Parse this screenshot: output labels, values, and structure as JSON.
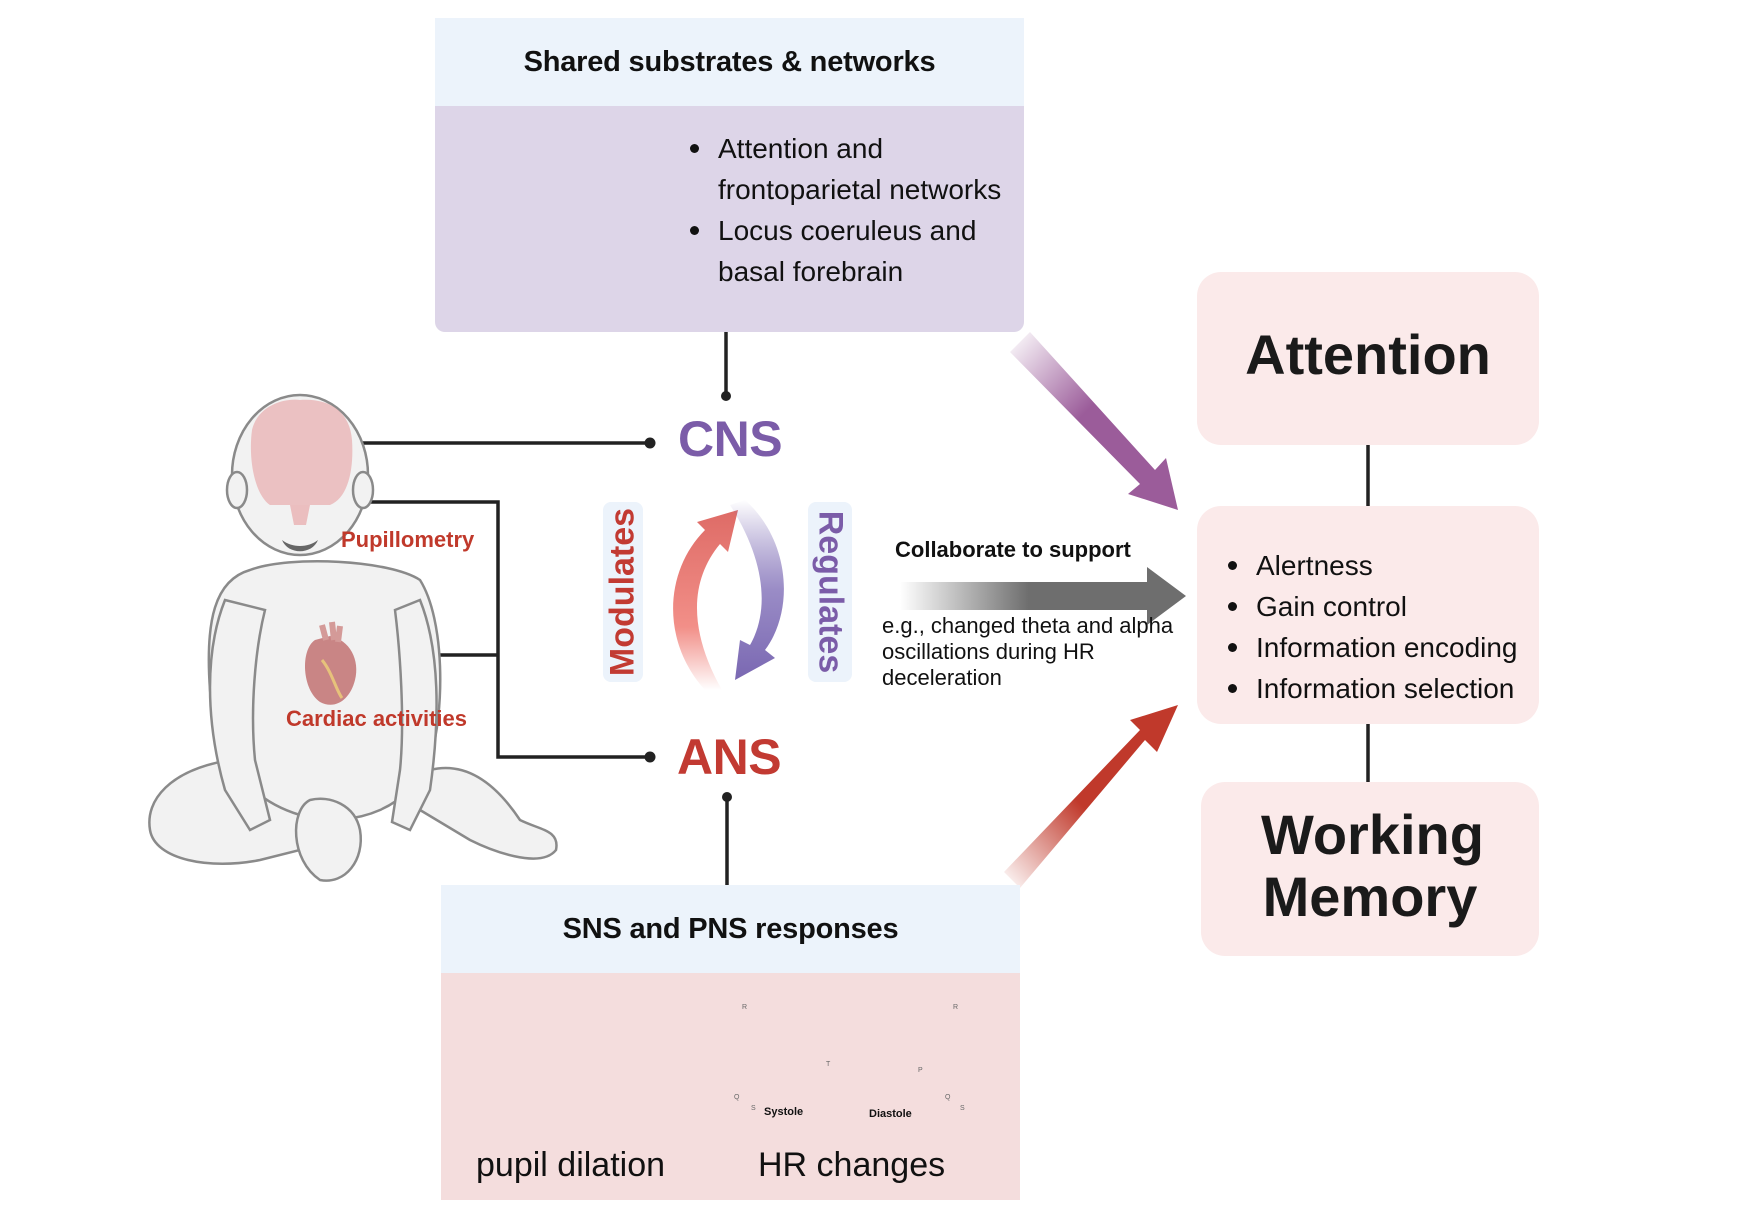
{
  "top_panel": {
    "title": "Shared substrates & networks",
    "bullets": [
      "Attention and frontoparietal networks",
      "Locus coeruleus and basal forebrain"
    ],
    "illustration": "brain-icon"
  },
  "center": {
    "cns_label": "CNS",
    "ans_label": "ANS",
    "modulates_label": "Modulates",
    "regulates_label": "Regulates",
    "cycle_icon": "cycle-arrows-icon"
  },
  "infant": {
    "illustration": "infant-icon",
    "pupillometry_label": "Pupillometry",
    "cardiac_label": "Cardiac activities"
  },
  "collaborate": {
    "title": "Collaborate to support",
    "example": "e.g., changed theta and alpha oscillations during HR deceleration"
  },
  "right_column": {
    "attention_title": "Attention",
    "functions": [
      "Alertness",
      "Gain control",
      "Information encoding",
      "Information selection"
    ],
    "working_memory_title": "Working Memory"
  },
  "bottom_panel": {
    "title": "SNS and PNS responses",
    "pupil_label": "pupil dilation",
    "hr_label": "HR changes",
    "ecg": {
      "systole_label": "Systole",
      "diastole_label": "Diastole",
      "wave_labels": [
        "R",
        "Q",
        "S",
        "T",
        "P",
        "R",
        "Q",
        "S"
      ]
    }
  },
  "colors": {
    "cns": "#7b5ca8",
    "ans": "#c23a32",
    "header_band": "#ecf3fb",
    "top_body": "#ddd5e8",
    "bottom_body": "#f4dddd",
    "right_box": "#fbeaea",
    "connector": "#222222"
  }
}
